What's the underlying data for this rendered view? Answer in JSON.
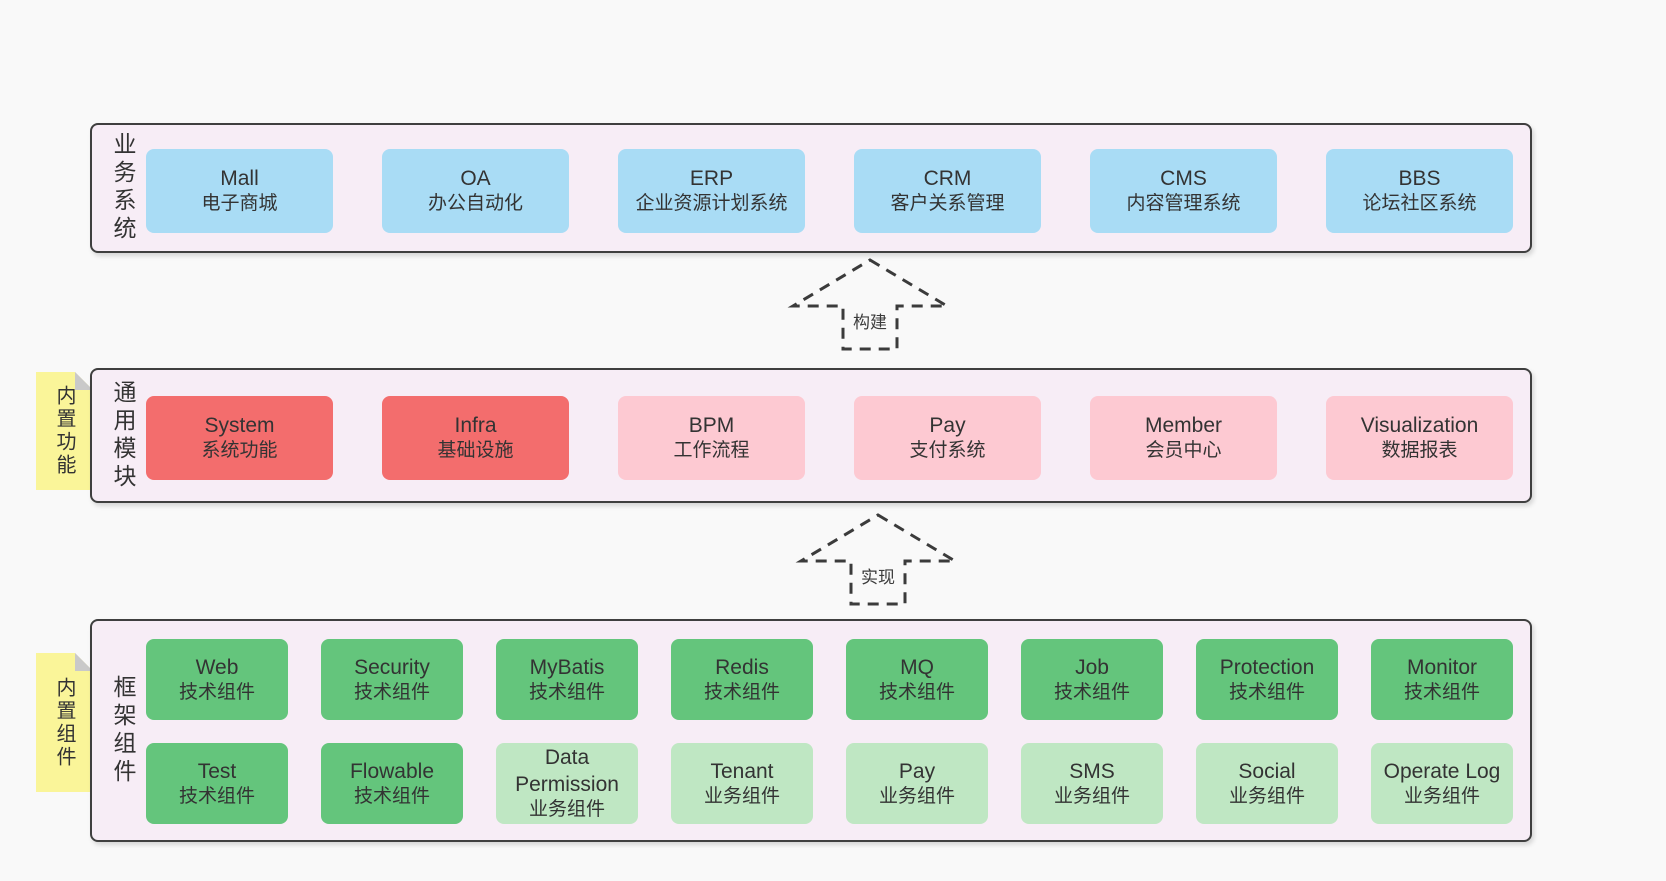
{
  "colors": {
    "page_bg": "#f9f9f9",
    "band_bg": "#f7edf6",
    "band_border": "#3f3f3f",
    "box_blue": "#a9dcf5",
    "box_red": "#f36d6d",
    "box_pink": "#fdc9d2",
    "box_green": "#64c57c",
    "box_light_green": "#bfe7c3",
    "sticky_yellow": "#faf599",
    "fold_gray": "#c9c9c9",
    "text": "#333333",
    "arrow": "#3b3b3b"
  },
  "bands": [
    {
      "id": "business-systems",
      "label": "业务系统",
      "rows": [
        {
          "boxes": [
            {
              "name": "Mall",
              "subtitle": "电子商城",
              "type": "blue"
            },
            {
              "name": "OA",
              "subtitle": "办公自动化",
              "type": "blue"
            },
            {
              "name": "ERP",
              "subtitle": "企业资源计划系统",
              "type": "blue"
            },
            {
              "name": "CRM",
              "subtitle": "客户关系管理",
              "type": "blue"
            },
            {
              "name": "CMS",
              "subtitle": "内容管理系统",
              "type": "blue"
            },
            {
              "name": "BBS",
              "subtitle": "论坛社区系统",
              "type": "blue"
            }
          ]
        }
      ]
    },
    {
      "id": "common-modules",
      "label": "通用模块",
      "sticky": {
        "label": "内置功能"
      },
      "rows": [
        {
          "boxes": [
            {
              "name": "System",
              "subtitle": "系统功能",
              "type": "red"
            },
            {
              "name": "Infra",
              "subtitle": "基础设施",
              "type": "red"
            },
            {
              "name": "BPM",
              "subtitle": "工作流程",
              "type": "pink"
            },
            {
              "name": "Pay",
              "subtitle": "支付系统",
              "type": "pink"
            },
            {
              "name": "Member",
              "subtitle": "会员中心",
              "type": "pink"
            },
            {
              "name": "Visualization",
              "subtitle": "数据报表",
              "type": "pink"
            }
          ]
        }
      ]
    },
    {
      "id": "framework-components",
      "label": "框架组件",
      "sticky": {
        "label": "内置组件"
      },
      "rows": [
        {
          "boxes": [
            {
              "name": "Web",
              "subtitle": "技术组件",
              "type": "green"
            },
            {
              "name": "Security",
              "subtitle": "技术组件",
              "type": "green"
            },
            {
              "name": "MyBatis",
              "subtitle": "技术组件",
              "type": "green"
            },
            {
              "name": "Redis",
              "subtitle": "技术组件",
              "type": "green"
            },
            {
              "name": "MQ",
              "subtitle": "技术组件",
              "type": "green"
            },
            {
              "name": "Job",
              "subtitle": "技术组件",
              "type": "green"
            },
            {
              "name": "Protection",
              "subtitle": "技术组件",
              "type": "green"
            },
            {
              "name": "Monitor",
              "subtitle": "技术组件",
              "type": "green"
            }
          ]
        },
        {
          "boxes": [
            {
              "name": "Test",
              "subtitle": "技术组件",
              "type": "green"
            },
            {
              "name": "Flowable",
              "subtitle": "技术组件",
              "type": "green"
            },
            {
              "name": "Data Permission",
              "subtitle": "业务组件",
              "type": "light_green"
            },
            {
              "name": "Tenant",
              "subtitle": "业务组件",
              "type": "light_green"
            },
            {
              "name": "Pay",
              "subtitle": "业务组件",
              "type": "light_green"
            },
            {
              "name": "SMS",
              "subtitle": "业务组件",
              "type": "light_green"
            },
            {
              "name": "Social",
              "subtitle": "业务组件",
              "type": "light_green"
            },
            {
              "name": "Operate Log",
              "subtitle": "业务组件",
              "type": "light_green"
            }
          ]
        }
      ]
    }
  ],
  "arrows": [
    {
      "label": "构建"
    },
    {
      "label": "实现"
    }
  ]
}
